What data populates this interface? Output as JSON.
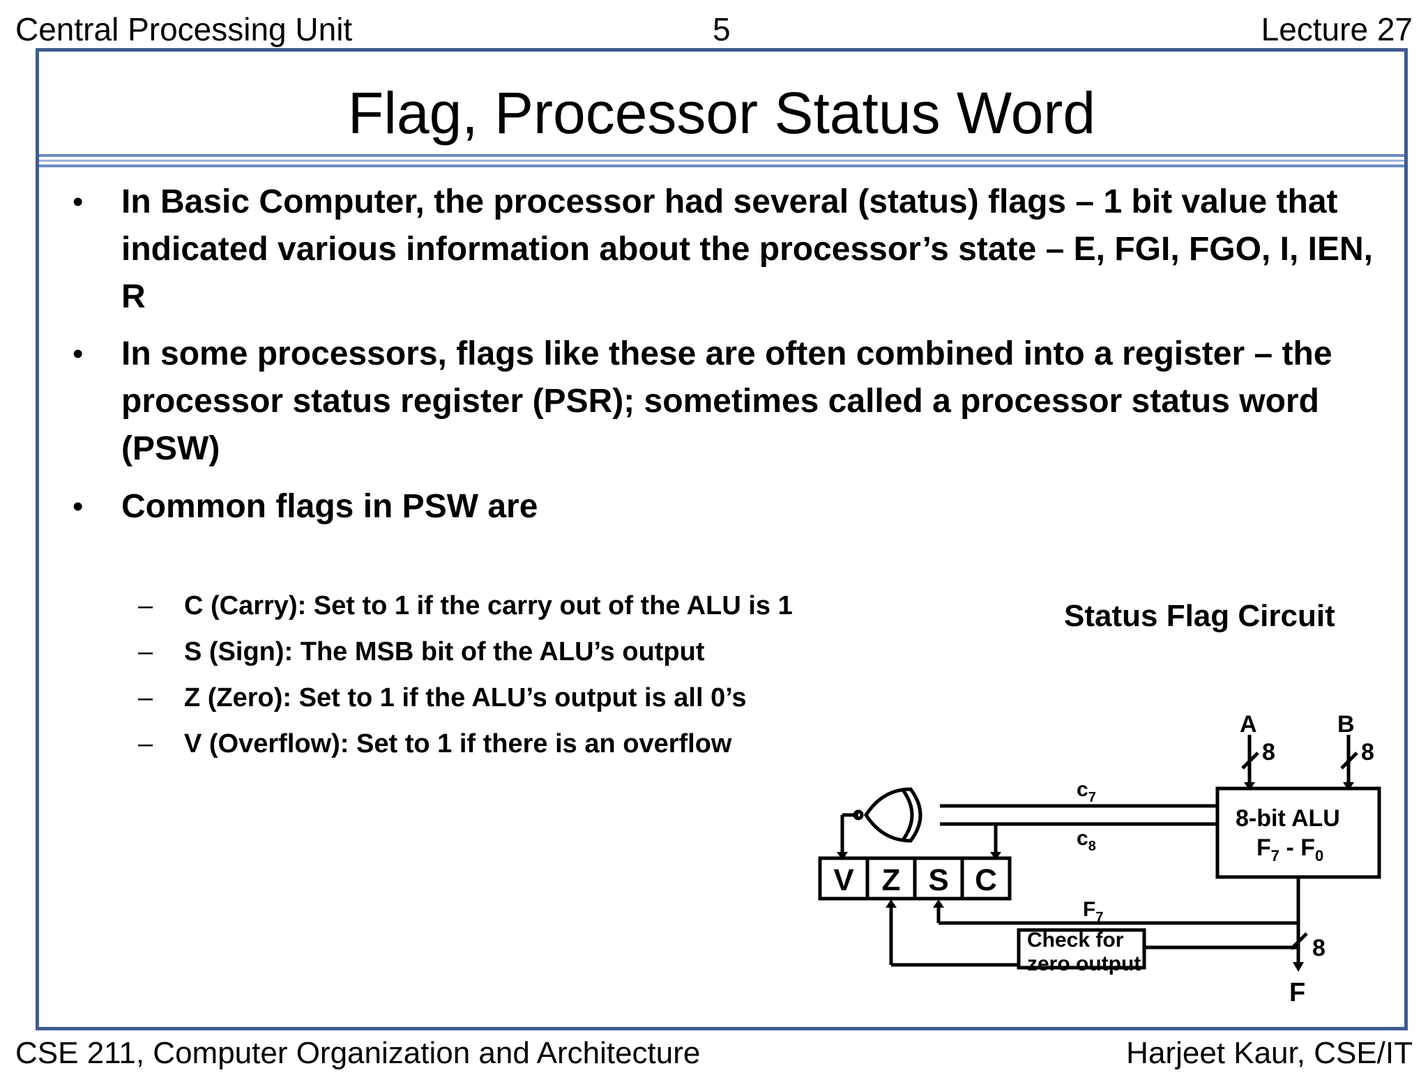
{
  "header": {
    "left": "Central Processing Unit",
    "page_number": "5",
    "right": "Lecture 27"
  },
  "slide": {
    "title": "Flag, Processor Status Word",
    "bullets": [
      "In Basic Computer, the processor had several (status) flags – 1 bit value that indicated various information about the processor’s state – E, FGI, FGO, I, IEN, R",
      "In some processors, flags like these are often combined into a register – the processor status register (PSR); sometimes called a processor status word (PSW)",
      "Common flags in PSW are"
    ],
    "sub_bullets": [
      "C (Carry): Set to 1 if the carry out of the ALU is 1",
      "S (Sign): The MSB bit of the ALU’s output",
      "Z (Zero): Set to 1 if the ALU’s output is all 0’s",
      "V (Overflow): Set to 1 if there is an overflow"
    ],
    "bullet_symbol": "•",
    "dash_symbol": "–"
  },
  "circuit": {
    "title": "Status Flag Circuit",
    "input_a": "A",
    "input_b": "B",
    "bus_width": "8",
    "alu_line1": "8-bit ALU",
    "alu_line2_f7": "F",
    "alu_line2_sub7": "7",
    "alu_line2_sep": " - F",
    "alu_line2_sub0": "0",
    "c7_base": "c",
    "c7_sub": "7",
    "c8_base": "c",
    "c8_sub": "8",
    "f7_base": "F",
    "f7_sub": "7",
    "flags": [
      "V",
      "Z",
      "S",
      "C"
    ],
    "zero_check_line1": "Check for",
    "zero_check_line2": "zero output",
    "output": "F"
  },
  "footer": {
    "left": "CSE 211, Computer Organization and Architecture",
    "right": "Harjeet Kaur, CSE/IT"
  }
}
